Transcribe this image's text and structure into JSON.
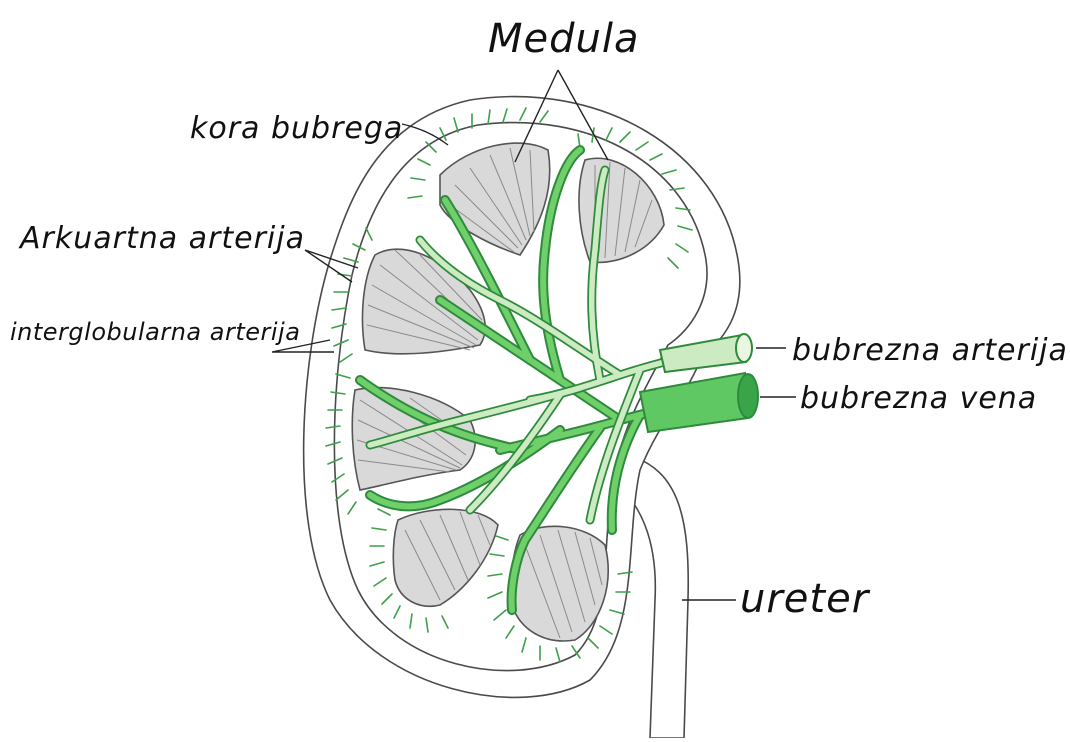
{
  "labels": {
    "medula": "Medula",
    "kora_bubrega": "kora bubrega",
    "arkuartna_arterija": "Arkuartna arterija",
    "interglobularna_arterija": "interglobularna arterija",
    "bubrezna_arterija": "bubrezna arterija",
    "bubrezna_vena": "bubrezna vena",
    "ureter": "ureter"
  },
  "colors": {
    "vein": "#2e8b3c",
    "vein_fill": "#5fc862",
    "artery_fill": "#cdebc2",
    "pyramid": "#d9d9d9",
    "outline": "#4a4a4a"
  }
}
